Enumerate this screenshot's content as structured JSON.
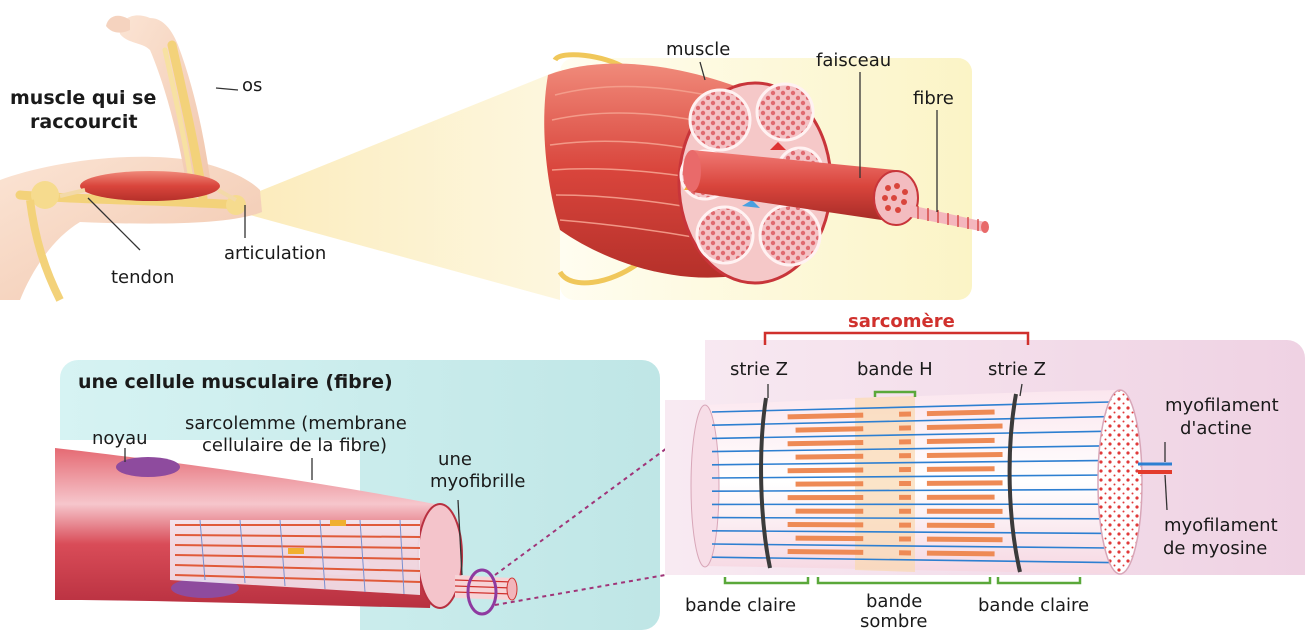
{
  "top_panel": {
    "title_line1": "muscle qui se",
    "title_line2": "raccourcit",
    "label_os": "os",
    "label_tendon": "tendon",
    "label_articulation": "articulation",
    "label_muscle": "muscle",
    "label_faisceau": "faisceau",
    "label_fibre": "fibre"
  },
  "cell_panel": {
    "title": "une cellule musculaire (fibre)",
    "label_noyau": "noyau",
    "label_sarcolemme_line1": "sarcolemme (membrane",
    "label_sarcolemme_line2": "cellulaire de la fibre)",
    "label_myofibrille_line1": "une",
    "label_myofibrille_line2": "myofibrille"
  },
  "sarcomere_panel": {
    "title": "sarcomère",
    "label_strie_z_left": "strie Z",
    "label_bande_h": "bande H",
    "label_strie_z_right": "strie Z",
    "label_actine_line1": "myofilament",
    "label_actine_line2": "d'actine",
    "label_myosine_line1": "myofilament",
    "label_myosine_line2": "de myosine",
    "label_bande_claire_left": "bande claire",
    "label_bande_sombre_line1": "bande",
    "label_bande_sombre_line2": "sombre",
    "label_bande_claire_right": "bande claire"
  },
  "colors": {
    "muscle_red": "#d9453c",
    "panel_yellow": "#fbf6cf",
    "panel_teal": "#cdeeee",
    "panel_pink": "#f3dcea",
    "title_red": "#d0312d",
    "bracket_green": "#5aa83a",
    "actin_blue": "#2d7fd1"
  }
}
